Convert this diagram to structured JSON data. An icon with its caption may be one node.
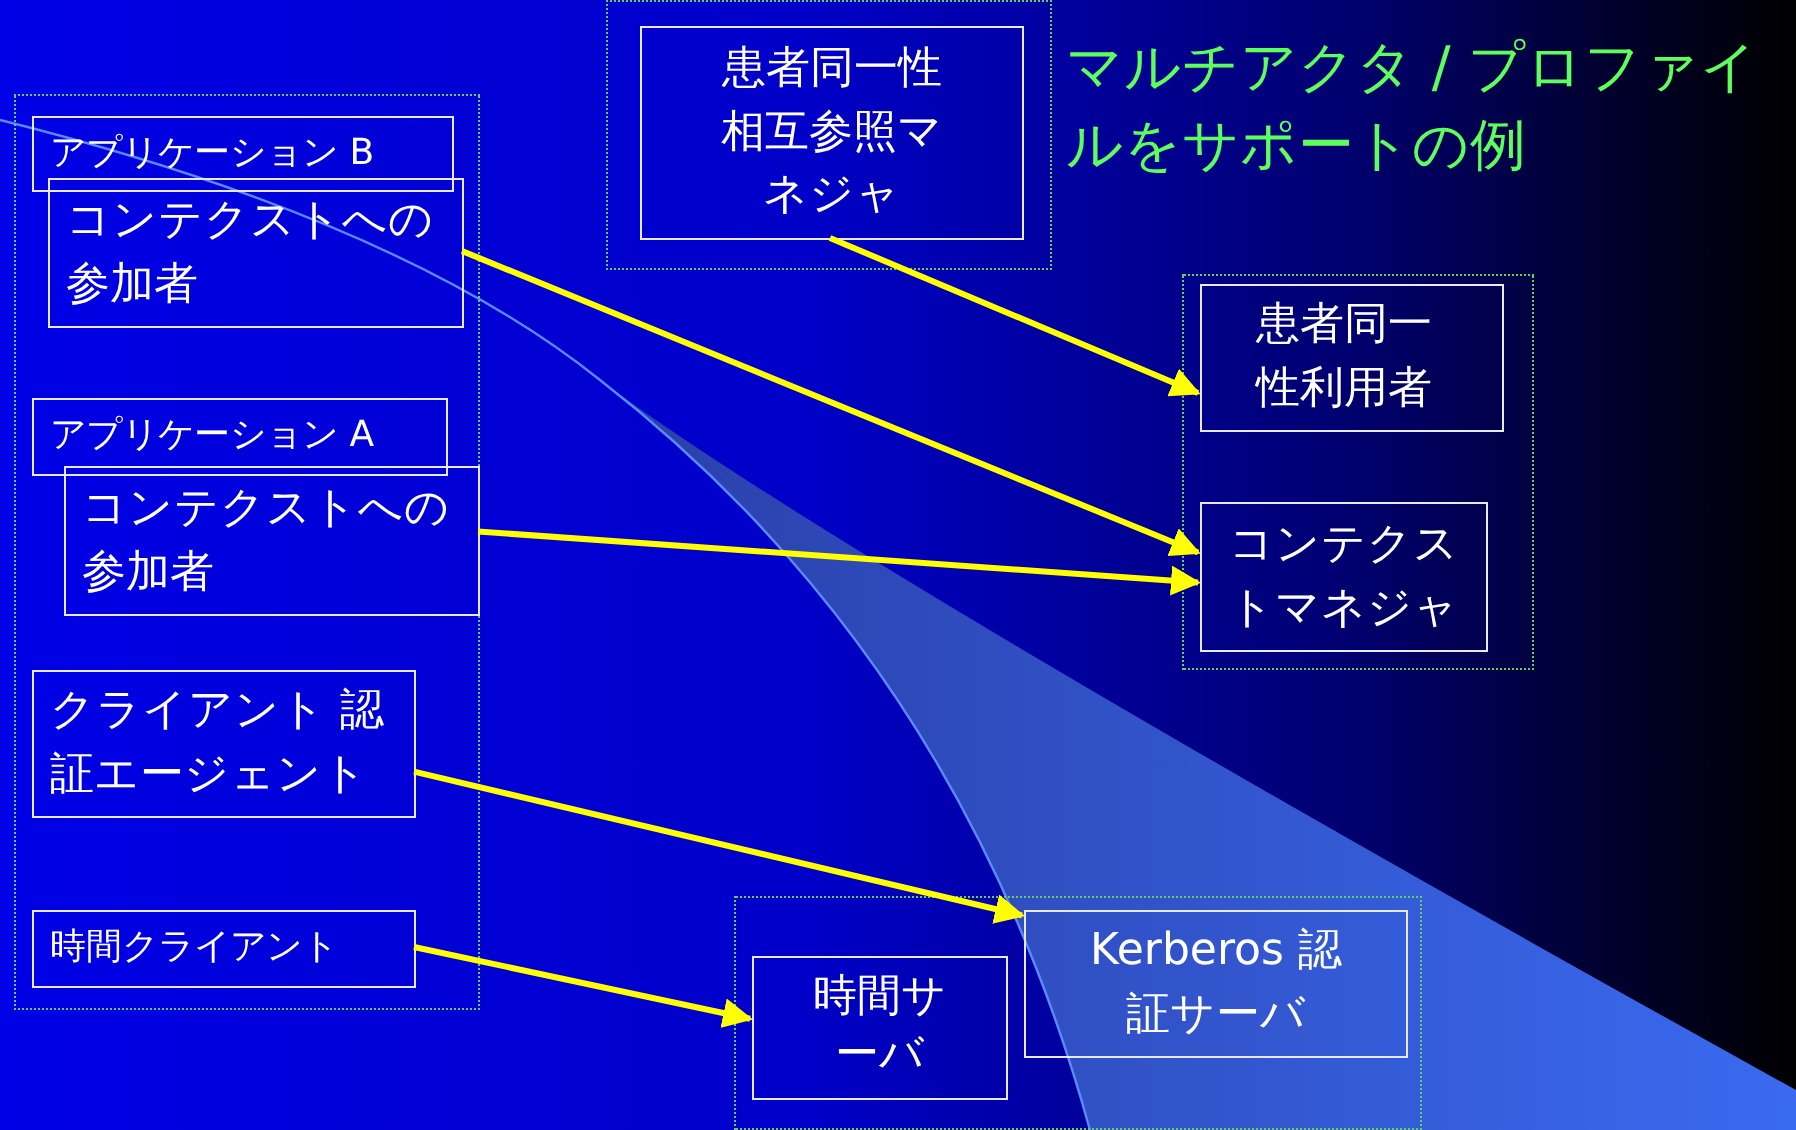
{
  "diagram": {
    "title": "マルチアクタ / プロファイルをサポートの例",
    "nodes": [
      {
        "text": [],
        "shape": "box"
      },
      {
        "text": [
          "アプリケーション B"
        ],
        "in": 0
      },
      {
        "text": [
          "コンテクストへの参加者"
        ],
        "in": 0
      },
      {
        "text": [
          "アプリケーション A"
        ],
        "in": 0
      },
      {
        "text": [
          "コンテクストへの参加者"
        ],
        "in": 0
      },
      {
        "text": [
          "クライアント 認証エージェント"
        ],
        "in": 0
      },
      {
        "text": [
          "時間クライアント"
        ],
        "in": 0
      },
      {
        "text": [],
        "shape": "box"
      },
      {
        "text": [
          "患者同一性相互参照マネジャ"
        ],
        "in": 7
      },
      {
        "text": [],
        "shape": "box"
      },
      {
        "text": [
          "患者同一性利用者"
        ],
        "in": 9
      },
      {
        "text": [
          "コンテクストマネジャ"
        ],
        "in": 9
      },
      {
        "text": [],
        "shape": "box"
      },
      {
        "text": [
          "時間サーバ"
        ],
        "in": 12
      },
      {
        "text": [
          "Kerberos 認証サーバ"
        ],
        "in": 12
      }
    ],
    "edges": [
      {
        "from": 8,
        "to": 10,
        "arrow": "to"
      },
      {
        "from": 2,
        "to": 11,
        "arrow": "to"
      },
      {
        "from": 4,
        "to": 11,
        "arrow": "to"
      },
      {
        "from": 5,
        "to": 14,
        "arrow": "to"
      },
      {
        "from": 6,
        "to": 13,
        "arrow": "to"
      }
    ]
  }
}
